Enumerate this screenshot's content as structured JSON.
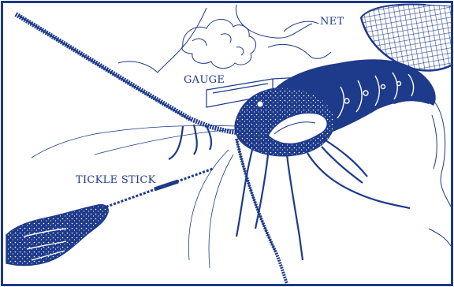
{
  "colors": {
    "ink": "#1e3a8a",
    "paper": "#ffffff"
  },
  "labels": {
    "gauge": "GAUGE",
    "net": "NET",
    "tickle_stick": "TICKLE STICK"
  }
}
